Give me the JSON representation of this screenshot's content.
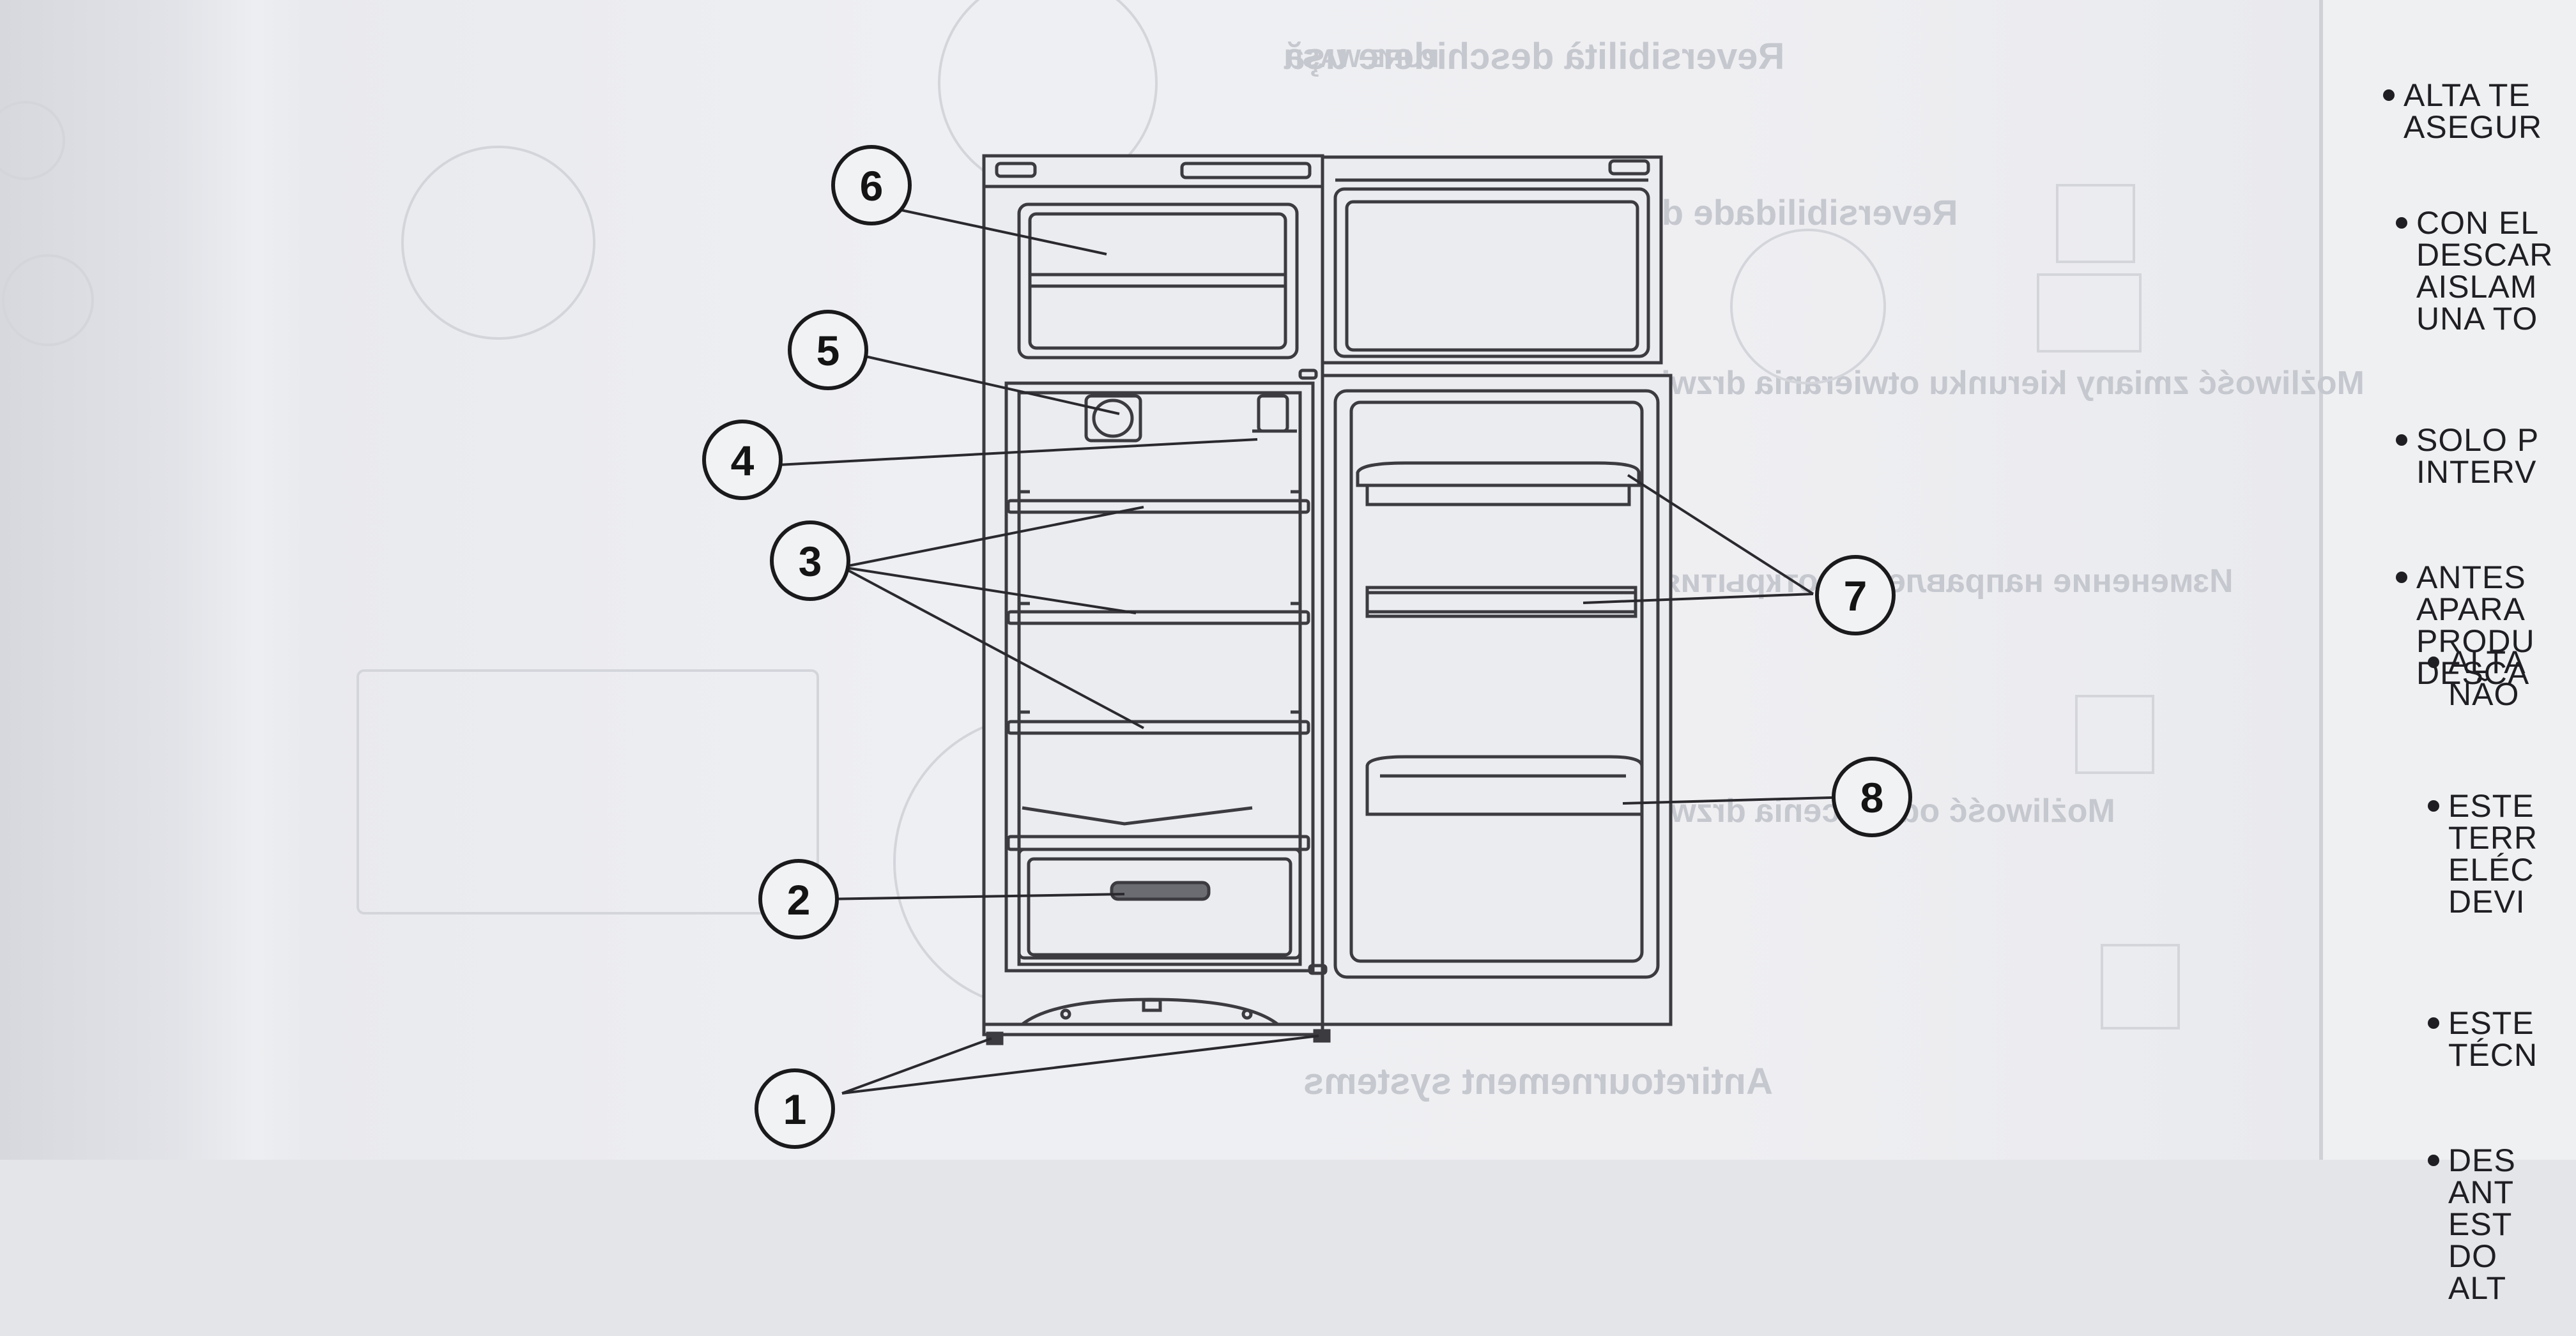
{
  "diagram": {
    "callouts": [
      {
        "number": "1"
      },
      {
        "number": "2"
      },
      {
        "number": "3"
      },
      {
        "number": "4"
      },
      {
        "number": "5"
      },
      {
        "number": "6"
      },
      {
        "number": "7"
      },
      {
        "number": "8"
      }
    ]
  },
  "right_column": {
    "group_a": [
      "ALTA TE\nASEGUR",
      "CON EL\nDESCAR\nAISLAM\nUNA TO",
      "SOLO P\nINTERV",
      "ANTES\nAPARA\nPRODU\nDESCA"
    ],
    "group_b": [
      "ALTA\nNÃO",
      "ESTE\nTERR\nELÉC\nDEVI",
      "ESTE\nTÉCN",
      "DES\nANT\nEST\nDO\nALT"
    ]
  },
  "bleed_through": {
    "lines": [
      "Reversibilità deschidere uşă",
      "PURE WASH",
      "Reversibilidade de abertura",
      "Możliwość zmiany kierunku otwierania drzwi",
      "Изменение направления открытия",
      "Możliwość odwrócenia drzwi",
      "Antiretournement systems"
    ]
  },
  "colors": {
    "line": "#2a2a2e",
    "outline": "#3b3b40",
    "paper": "#eeeff2"
  }
}
